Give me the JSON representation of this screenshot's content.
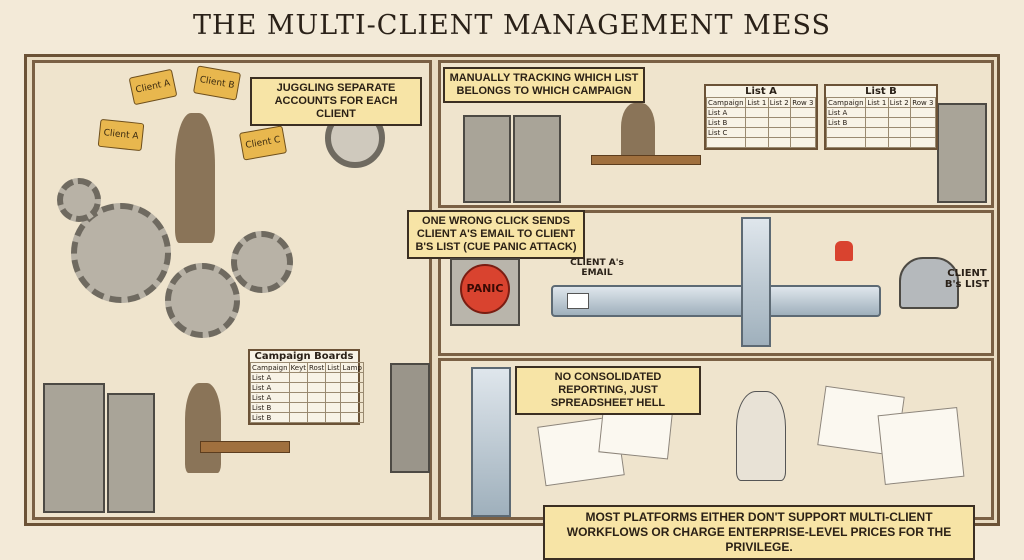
{
  "title": "THE MULTI-CLIENT MANAGEMENT MESS",
  "panels": {
    "juggling": {
      "caption": "JUGGLING SEPARATE ACCOUNTS FOR EACH CLIENT",
      "folders": [
        "Client A",
        "Client B",
        "Client A",
        "Client C"
      ]
    },
    "campaign_boards": {
      "board_title": "Campaign Boards",
      "headers": [
        "Campaign",
        "Keyt",
        "Rost",
        "List",
        "Lamp"
      ],
      "rows": [
        "List A",
        "List A",
        "List A",
        "List B",
        "List B"
      ]
    },
    "tracking": {
      "caption": "MANUALLY TRACKING WHICH LIST BELONGS TO WHICH CAMPAIGN",
      "boards": [
        {
          "title": "List A",
          "headers": [
            "Campaign",
            "List 1",
            "List 2",
            "Row 3"
          ],
          "rows": [
            "List A",
            "List B",
            "List C"
          ]
        },
        {
          "title": "List B",
          "headers": [
            "Campaign",
            "List 1",
            "List 2",
            "Row 3"
          ],
          "rows": [
            "List A",
            "List B"
          ]
        }
      ]
    },
    "wrong_click": {
      "caption": "ONE WRONG CLICK SENDS CLIENT A'S EMAIL TO CLIENT B'S LIST (CUE PANIC ATTACK)",
      "panic_button": "PANIC",
      "email_label": "CLIENT A's EMAIL",
      "mailbox_label": "CLIENT B's LIST"
    },
    "reporting": {
      "caption": "NO CONSOLIDATED REPORTING, JUST SPREADSHEET HELL",
      "footer_caption": "MOST PLATFORMS EITHER DON'T SUPPORT MULTI-CLIENT WORKFLOWS OR CHARGE ENTERPRISE-LEVEL PRICES FOR THE PRIVILEGE."
    }
  },
  "colors": {
    "caption_bg": "#f7e4a6",
    "frame": "#6b5236",
    "panic": "#d9432f",
    "folder": "#e8b74e"
  }
}
